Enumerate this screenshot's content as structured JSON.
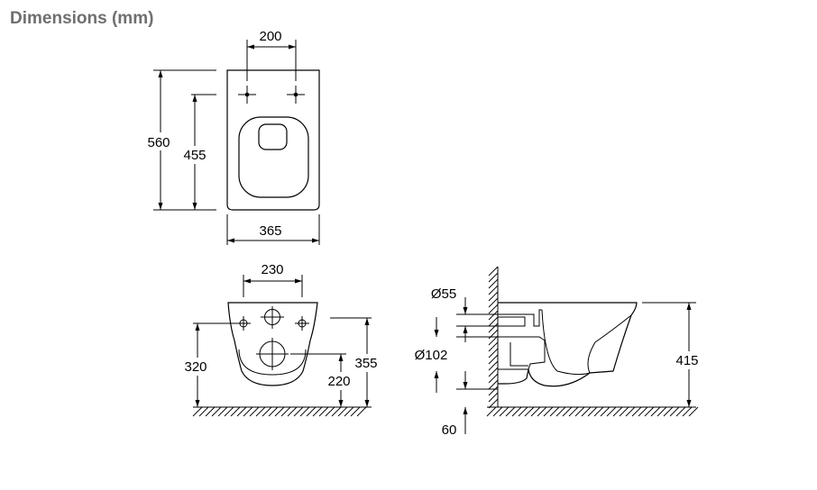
{
  "title": "Dimensions (mm)",
  "top_view": {
    "fixing_spacing": "200",
    "overall_length": "560",
    "fixing_to_front": "455",
    "overall_width": "365"
  },
  "front_view": {
    "fixing_spacing": "230",
    "fixing_height": "320",
    "outlet_height": "220",
    "rim_height": "355"
  },
  "side_view": {
    "inlet_diameter": "Ø55",
    "outlet_diameter": "Ø102",
    "outlet_offset": "60",
    "rim_height": "415"
  }
}
